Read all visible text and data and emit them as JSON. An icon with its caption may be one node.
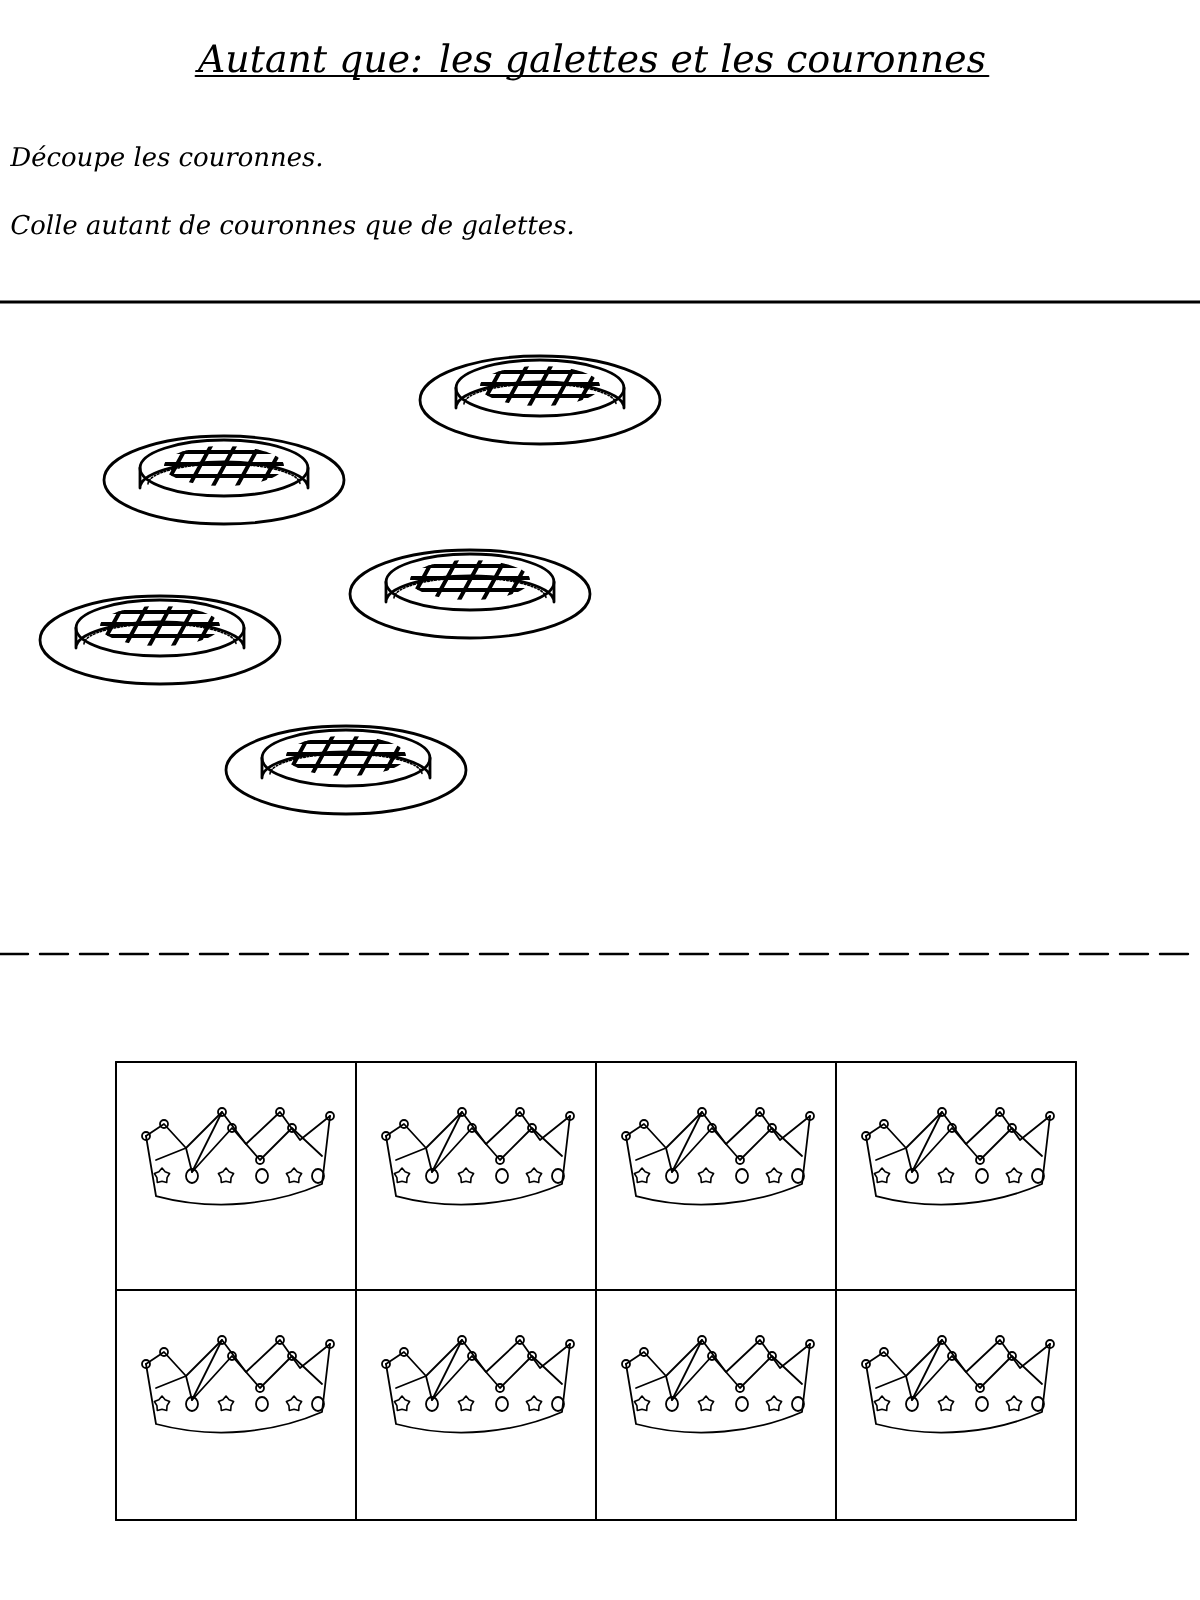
{
  "diagram": {
    "title": "Autant que: les galettes et les couronnes",
    "labels": [
      "Découpe les couronnes.",
      "Colle autant de couronnes que de galettes."
    ]
  }
}
